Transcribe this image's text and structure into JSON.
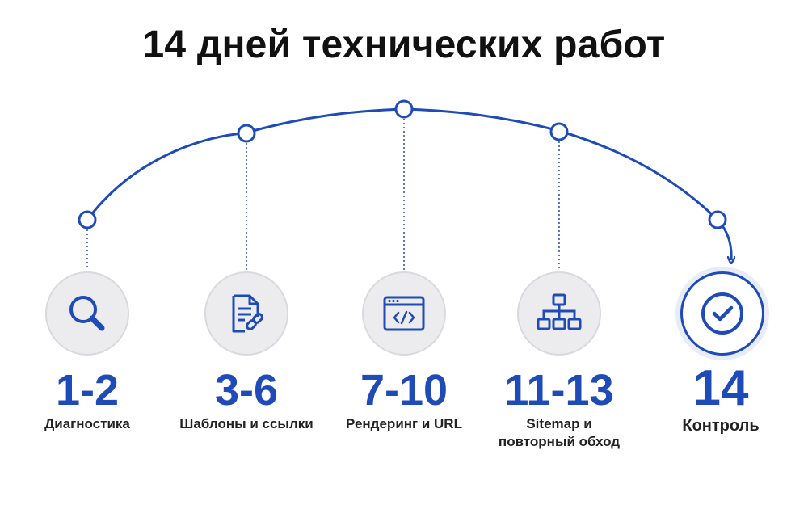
{
  "title": "14 дней технических работ",
  "colors": {
    "accent": "#1f4bb8",
    "circle_bg": "#ececef",
    "text": "#111111"
  },
  "steps": [
    {
      "days": "1-2",
      "label": "Диагностика",
      "icon": "magnifier-icon"
    },
    {
      "days": "3-6",
      "label": "Шаблоны и ссылки",
      "icon": "document-link-icon"
    },
    {
      "days": "7-10",
      "label": "Рендеринг и URL",
      "icon": "code-window-icon"
    },
    {
      "days": "11-13",
      "label_line1": "Sitemap и",
      "label_line2": "повторный обход",
      "icon": "sitemap-hierarchy-icon"
    },
    {
      "days": "14",
      "label": "Контроль",
      "icon": "check-circle-icon"
    }
  ]
}
